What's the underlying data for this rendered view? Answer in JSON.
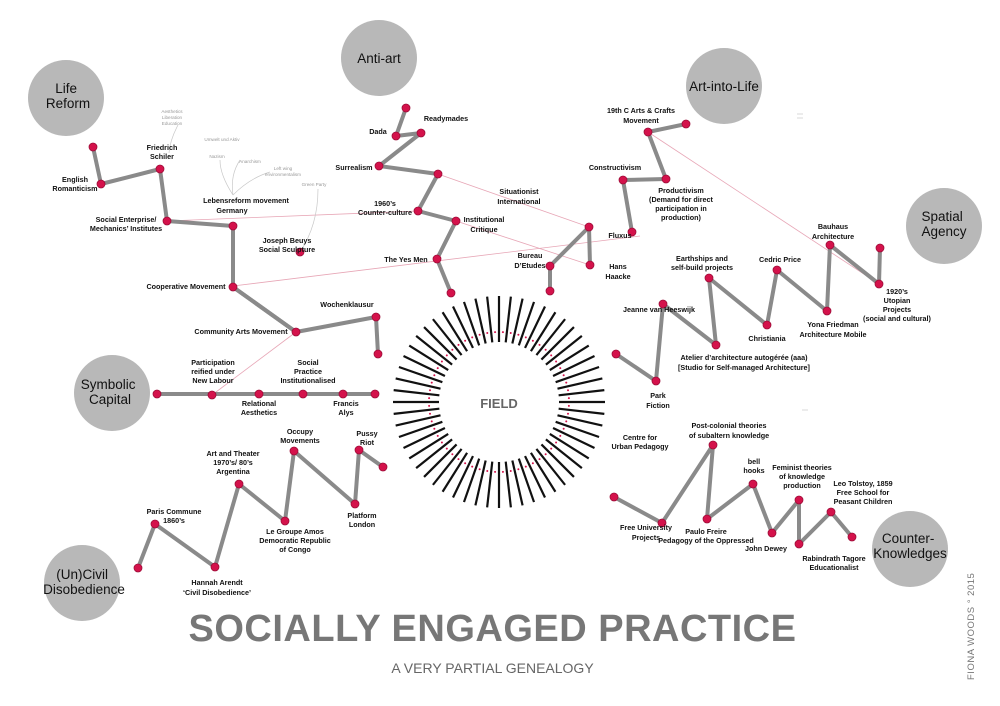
{
  "title": "SOCIALLY ENGAGED PRACTICE",
  "subtitle": "A VERY PARTIAL GENEALOGY",
  "credit": "FIONA WOODS ° 2015",
  "center_label": "FIELD",
  "colors": {
    "circle": "#b8b8b8",
    "link": "#8a8a8a",
    "node": "#d4124b",
    "cross_link": "#e7a6b6",
    "burst": "#111111",
    "dots": "#d4124b"
  },
  "categories": [
    {
      "id": "life-reform",
      "lines": [
        "Life",
        "Reform"
      ]
    },
    {
      "id": "anti-art",
      "lines": [
        "Anti-art"
      ]
    },
    {
      "id": "art-into-life",
      "lines": [
        "Art-into-Life"
      ]
    },
    {
      "id": "spatial-agency",
      "lines": [
        "Spatial",
        "Agency"
      ]
    },
    {
      "id": "symbolic-capital",
      "lines": [
        "Symbolic",
        "Capital"
      ]
    },
    {
      "id": "uncivil-disobedience",
      "lines": [
        "(Un)Civil",
        "Disobedience"
      ]
    },
    {
      "id": "counter-knowledges",
      "lines": [
        "Counter-",
        "Knowledges"
      ]
    }
  ],
  "labels": {
    "english_romanticism": [
      "English",
      "Romanticism"
    ],
    "friedrich_schiler": [
      "Friedrich",
      "Schiler"
    ],
    "social_enterprise": [
      "Social Enterprise/",
      "Mechanics’ Institutes"
    ],
    "lebensreform": [
      "Lebensreform movement",
      "Germany"
    ],
    "joseph_beuys": [
      "Joseph Beuys",
      "Social Sculpture"
    ],
    "cooperative": [
      "Cooperative Movement"
    ],
    "community_arts": [
      "Community Arts Movement"
    ],
    "wochenklausur": [
      "Wochenklausur"
    ],
    "dada": [
      "Dada"
    ],
    "readymades": [
      "Readymades"
    ],
    "surrealism": [
      "Surrealism"
    ],
    "counter_culture": [
      "1960’s",
      "Counter-culture"
    ],
    "institutional_critique": [
      "Institutional",
      "Critique"
    ],
    "yes_men": [
      "The Yes Men"
    ],
    "situationist": [
      "Situationist",
      "International"
    ],
    "bureau": [
      "Bureau",
      "D’Etudes"
    ],
    "hans_haacke": [
      "Hans",
      "Haacke"
    ],
    "arts_crafts": [
      "19th C Arts & Crafts",
      "Movement"
    ],
    "constructivism": [
      "Constructivism"
    ],
    "productivism": [
      "Productivism",
      "(Demand for direct",
      "participation in",
      "production)"
    ],
    "fluxus": [
      "Fluxus"
    ],
    "bauhaus": [
      "Bauhaus",
      "Architecture"
    ],
    "utopian": [
      "1920’s",
      "Utopian",
      "Projects",
      "(social and cultural)"
    ],
    "earthships": [
      "Earthships and",
      "self-build projects"
    ],
    "cedric_price": [
      "Cedric Price"
    ],
    "christiania": [
      "Christiania"
    ],
    "yona_friedman": [
      "Yona Friedman",
      "Architecture Mobile"
    ],
    "jeanne": [
      "Jeanne van Heeswijk"
    ],
    "aaa": [
      "Atelier d’architecture autogérée (aaa)",
      "[Studio for Self-managed Architecture]"
    ],
    "park_fiction": [
      "Park",
      "Fiction"
    ],
    "participation": [
      "Participation",
      "reified under",
      "New Labour"
    ],
    "social_practice": [
      "Social",
      "Practice",
      "Institutionalised"
    ],
    "relational": [
      "Relational",
      "Aesthetics"
    ],
    "francis_alys": [
      "Francis",
      "Alys"
    ],
    "art_theater": [
      "Art and Theater",
      "1970’s/ 80’s",
      "Argentina"
    ],
    "occupy": [
      "Occupy",
      "Movements"
    ],
    "pussy_riot": [
      "Pussy",
      "Riot"
    ],
    "platform_london": [
      "Platform",
      "London"
    ],
    "groupe_amos": [
      "Le Groupe Amos",
      "Democratic Republic",
      "of Congo"
    ],
    "paris_commune": [
      "Paris Commune",
      "1860’s"
    ],
    "hannah_arendt": [
      "Hannah Arendt",
      "‘Civil Disobedience’"
    ],
    "centre_urban": [
      "Centre for",
      "Urban Pedagogy"
    ],
    "free_university": [
      "Free University",
      "Projects"
    ],
    "post_colonial": [
      "Post-colonial theories",
      "of subaltern knowledge"
    ],
    "paulo_freire": [
      "Paulo Freire",
      "Pedagogy of the Oppressed"
    ],
    "bell_hooks": [
      "bell",
      "hooks"
    ],
    "feminist": [
      "Feminist theories",
      "of knowledge",
      "production"
    ],
    "john_dewey": [
      "John Dewey"
    ],
    "tolstoy": [
      "Leo Tolstoy, 1859",
      "Free School for",
      "Peasant Children"
    ],
    "tagore": [
      "Rabindrath Tagore",
      "Educationalist"
    ]
  },
  "faint_labels": {
    "aesthetics": [
      "Aesthetics",
      "Liberation",
      "Education"
    ],
    "umwelt": [
      "Umwelt und Aktiv"
    ],
    "nazism": [
      "Nazism"
    ],
    "anarchism": [
      "Anarchism"
    ],
    "left_wing": [
      "Left wing",
      "environmentalism"
    ],
    "green_party": [
      "Green Party"
    ]
  }
}
